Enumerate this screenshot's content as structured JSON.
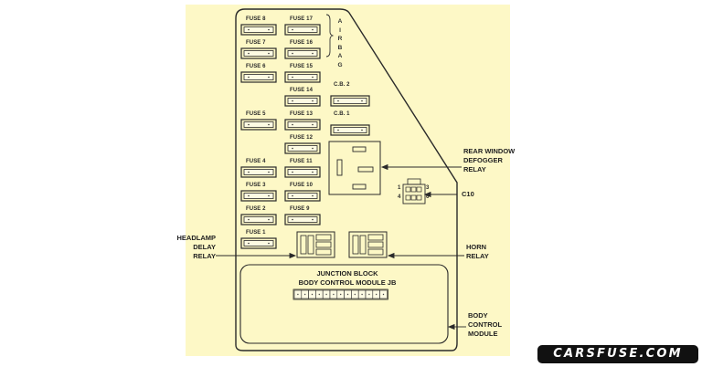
{
  "diagram": {
    "title": "Junction Block / Body Control Module fuse layout",
    "background_color": "#fdf8c6",
    "line_color": "#2a2a2a",
    "fuses_left_column": [
      {
        "label": "FUSE 8"
      },
      {
        "label": "FUSE 7"
      },
      {
        "label": "FUSE 6"
      },
      {
        "label": "FUSE 5"
      },
      {
        "label": "FUSE 4"
      },
      {
        "label": "FUSE 3"
      },
      {
        "label": "FUSE 2"
      },
      {
        "label": "FUSE 1"
      }
    ],
    "fuses_right_column": [
      {
        "label": "FUSE 17"
      },
      {
        "label": "FUSE 16"
      },
      {
        "label": "FUSE 15"
      },
      {
        "label": "FUSE 14"
      },
      {
        "label": "FUSE 13"
      },
      {
        "label": "FUSE 12"
      },
      {
        "label": "FUSE 11"
      },
      {
        "label": "FUSE 10"
      },
      {
        "label": "FUSE 9"
      }
    ],
    "circuit_breakers": [
      {
        "label": "C.B. 2"
      },
      {
        "label": "C.B. 1"
      }
    ],
    "airbag_group_letters": [
      "A",
      "I",
      "R",
      "B",
      "A",
      "G"
    ],
    "connector": {
      "name": "C10",
      "pin_labels": [
        "1",
        "3",
        "4",
        "6"
      ]
    },
    "callouts": {
      "rear_window_defogger_relay": [
        "REAR WINDOW",
        "DEFOGGER",
        "RELAY"
      ],
      "c10": "C10",
      "headlamp_delay_relay": [
        "HEADLAMP",
        "DELAY",
        "RELAY"
      ],
      "horn_relay": [
        "HORN",
        "RELAY"
      ],
      "body_control_module": [
        "BODY",
        "CONTROL",
        "MODULE"
      ]
    },
    "junction_block": {
      "line1": "JUNCTION BLOCK",
      "line2": "BODY CONTROL MODULE JB",
      "connector_cells": 13
    }
  },
  "watermark": {
    "text": "CARSFUSE.COM",
    "background": "#111111",
    "color": "#ffffff"
  }
}
